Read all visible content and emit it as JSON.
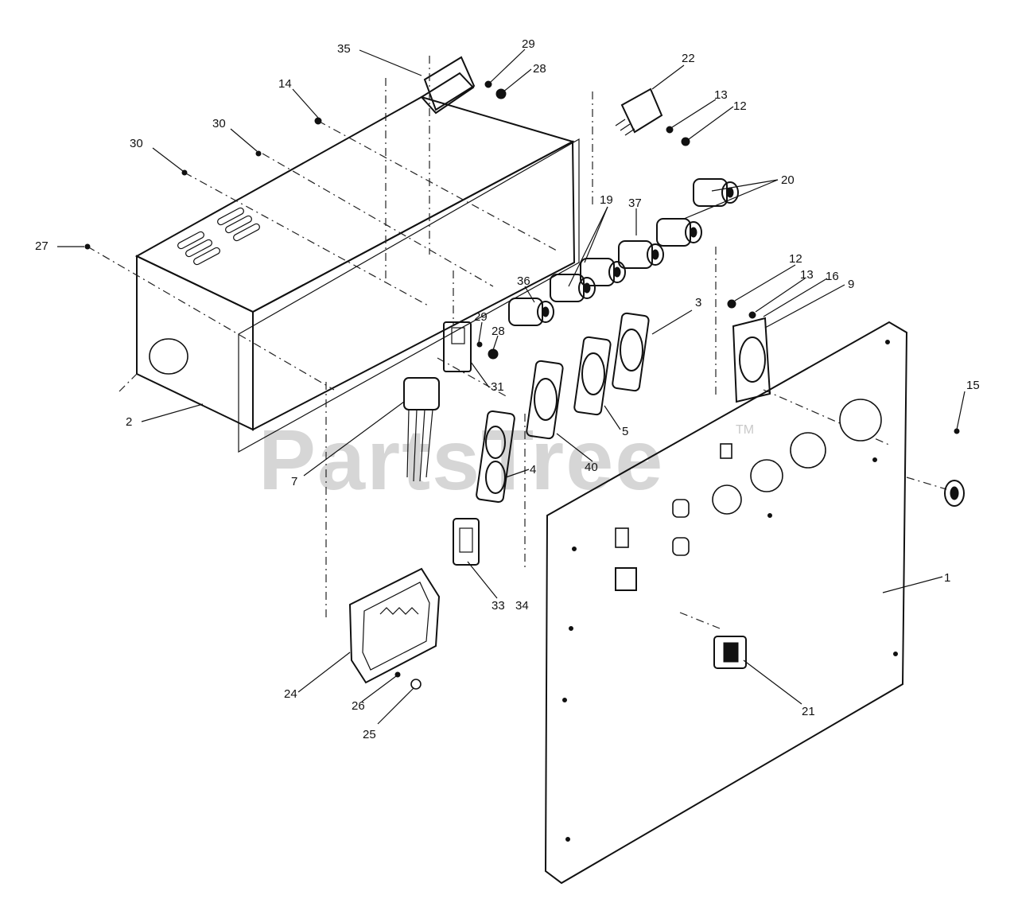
{
  "diagram": {
    "watermark": "PartsTree",
    "watermark_mark": "TM",
    "callouts": [
      {
        "id": "c35",
        "text": "35"
      },
      {
        "id": "c29a",
        "text": "29"
      },
      {
        "id": "c28a",
        "text": "28"
      },
      {
        "id": "c14",
        "text": "14"
      },
      {
        "id": "c30a",
        "text": "30"
      },
      {
        "id": "c30b",
        "text": "30"
      },
      {
        "id": "c27",
        "text": "27"
      },
      {
        "id": "c22",
        "text": "22"
      },
      {
        "id": "c13a",
        "text": "13"
      },
      {
        "id": "c12a",
        "text": "12"
      },
      {
        "id": "c20",
        "text": "20"
      },
      {
        "id": "c19",
        "text": "19"
      },
      {
        "id": "c37",
        "text": "37"
      },
      {
        "id": "c12b",
        "text": "12"
      },
      {
        "id": "c13b",
        "text": "13"
      },
      {
        "id": "c16",
        "text": "16"
      },
      {
        "id": "c9",
        "text": "9"
      },
      {
        "id": "c36",
        "text": "36"
      },
      {
        "id": "c3",
        "text": "3"
      },
      {
        "id": "c29b",
        "text": "29"
      },
      {
        "id": "c28b",
        "text": "28"
      },
      {
        "id": "c31",
        "text": "31"
      },
      {
        "id": "c15",
        "text": "15"
      },
      {
        "id": "c2",
        "text": "2"
      },
      {
        "id": "c5",
        "text": "5"
      },
      {
        "id": "c40",
        "text": "40"
      },
      {
        "id": "c7",
        "text": "7"
      },
      {
        "id": "c4",
        "text": "4"
      },
      {
        "id": "c1",
        "text": "1"
      },
      {
        "id": "c33",
        "text": "33"
      },
      {
        "id": "c34",
        "text": "34"
      },
      {
        "id": "c24",
        "text": "24"
      },
      {
        "id": "c26",
        "text": "26"
      },
      {
        "id": "c21",
        "text": "21"
      },
      {
        "id": "c25",
        "text": "25"
      }
    ]
  }
}
